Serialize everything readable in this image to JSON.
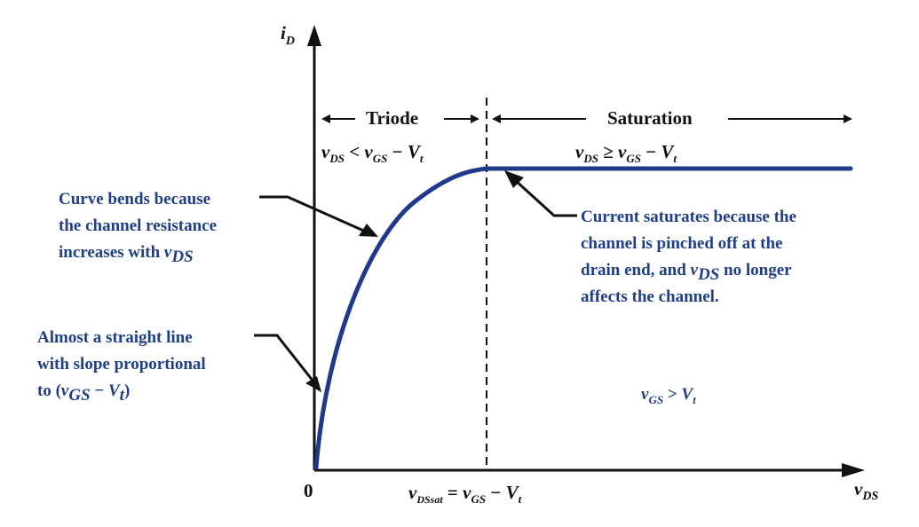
{
  "axes": {
    "y_label": "iD",
    "x_label": "vDS",
    "origin": "0"
  },
  "regions": {
    "triode": {
      "title": "Triode",
      "condition": "vDS < vGS − Vt"
    },
    "saturation": {
      "title": "Saturation",
      "condition": "vDS ≥ vGS − Vt"
    }
  },
  "boundary_label": "vDSsat = vGS − Vt",
  "gate_condition": "vGS > Vt",
  "annotations": {
    "curve_bends": [
      "Curve bends because",
      "the channel resistance",
      "increases with vDS"
    ],
    "straight_line": [
      "Almost a straight line",
      "with slope proportional",
      "to (vGS − Vt)"
    ],
    "saturates": [
      "Current saturates because the",
      "channel is pinched off at the",
      "drain end, and vDS no longer",
      "affects the channel."
    ]
  },
  "colors": {
    "curve": "#1f3a8a",
    "annotation_text": "#1f3f86",
    "axes": "#111111"
  }
}
